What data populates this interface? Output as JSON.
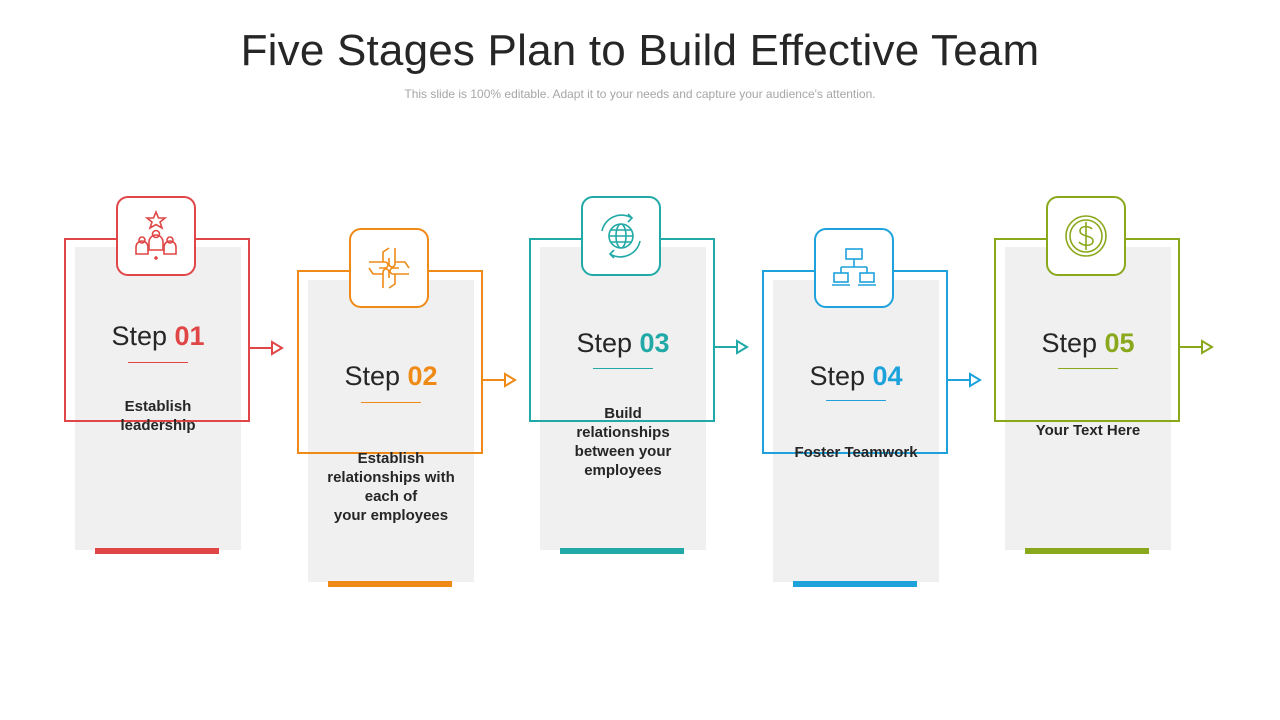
{
  "title": "Five Stages Plan to Build Effective Team",
  "subtitle": "This slide is 100% editable. Adapt it to your needs and capture your audience's attention.",
  "stages": [
    {
      "step_word": "Step",
      "number": "01",
      "lines": [
        "Establish",
        "leadership"
      ],
      "color": "#e04646",
      "icon": "leadership-star-icon"
    },
    {
      "step_word": "Step",
      "number": "02",
      "lines": [
        "Establish",
        "relationships with",
        "each of",
        "your employees"
      ],
      "color": "#ef8a17",
      "icon": "joined-hands-icon"
    },
    {
      "step_word": "Step",
      "number": "03",
      "lines": [
        "Build",
        "relationships",
        "between your",
        "employees"
      ],
      "color": "#20a9a6",
      "icon": "globe-cycle-icon"
    },
    {
      "step_word": "Step",
      "number": "04",
      "lines": [
        "Foster Teamwork"
      ],
      "color": "#1ea2dc",
      "icon": "org-chart-icon"
    },
    {
      "step_word": "Step",
      "number": "05",
      "lines": [
        "Your Text Here"
      ],
      "color": "#8aa81c",
      "icon": "dollar-coin-icon"
    }
  ]
}
